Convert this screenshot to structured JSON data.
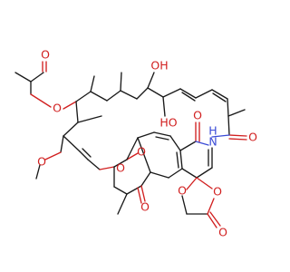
{
  "molecule": {
    "atom_labels": {
      "o_label": "O",
      "n_label": "N",
      "h_label": "H",
      "oh_label": "OH",
      "ho_label": "HO"
    },
    "colors": {
      "carbon_bond": "#1a1a1a",
      "oxygen": "#d11f1f",
      "nitrogen": "#3a4bd6",
      "background": "#ffffff"
    }
  }
}
